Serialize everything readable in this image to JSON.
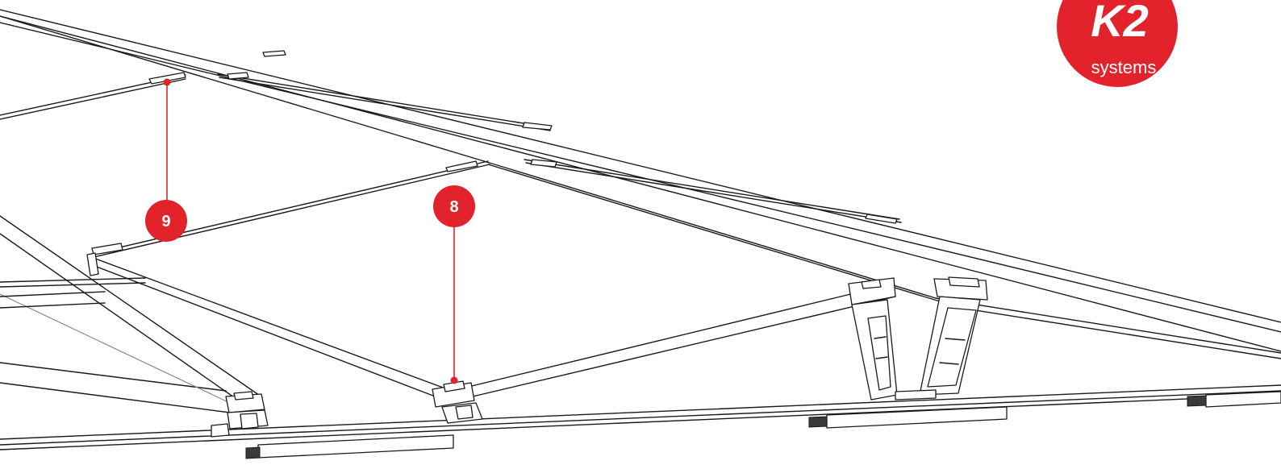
{
  "logo": {
    "brand_mark": "K2",
    "brand_text": "systems",
    "color": "#e3232b"
  },
  "callouts": [
    {
      "label": "9",
      "color": "#e3232b"
    },
    {
      "label": "8",
      "color": "#e3232b"
    }
  ],
  "colors": {
    "line": "#1a1a1a",
    "accent": "#e3232b",
    "background": "#ffffff"
  }
}
